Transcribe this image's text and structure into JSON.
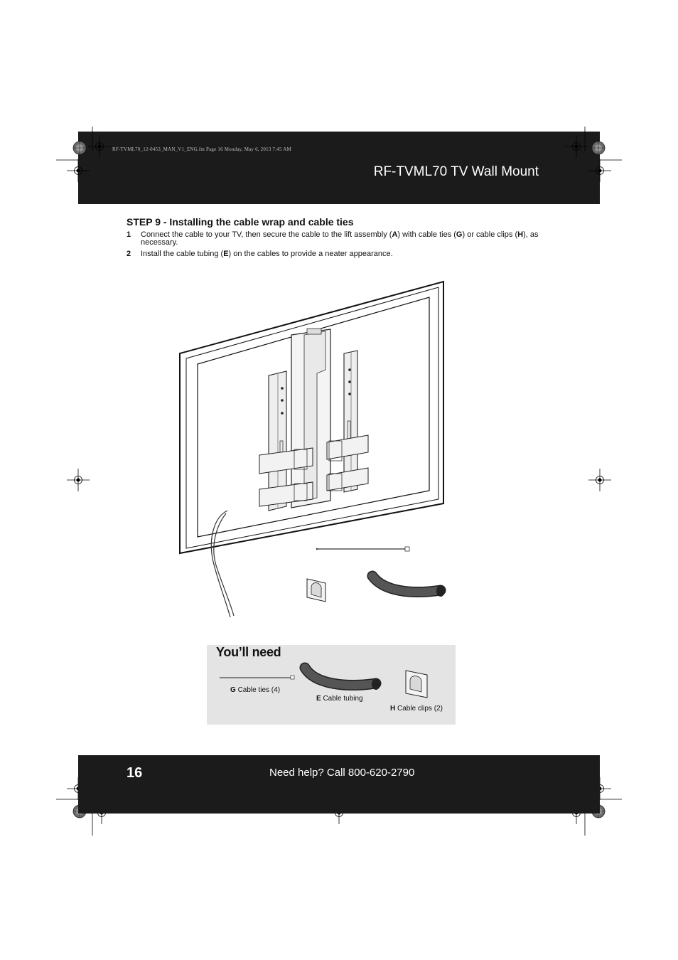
{
  "header": {
    "print_slug": "RF-TVML70_12-0453_MAN_V1_ENG.fm  Page 16  Monday, May 6, 2013  7:45 AM",
    "doc_title": "RF-TVML70  TV Wall Mount"
  },
  "step": {
    "title": "STEP 9 - Installing the cable wrap and cable ties",
    "items": [
      {
        "num": "1",
        "parts": [
          "Connect the cable to your TV, then secure the cable to the lift assembly (",
          "A",
          ") with cable ties (",
          "G",
          ") or cable clips (",
          "H",
          "), as necessary."
        ]
      },
      {
        "num": "2",
        "parts": [
          "Install the cable tubing (",
          "E",
          ") on the cables to provide a neater appearance."
        ]
      }
    ]
  },
  "you_need": {
    "title": "You’ll need",
    "items": [
      {
        "letter": "G",
        "label": "Cable ties (4)"
      },
      {
        "letter": "E",
        "label": "Cable tubing"
      },
      {
        "letter": "H",
        "label": "Cable clips (2)"
      }
    ]
  },
  "footer": {
    "page_number": "16",
    "help": "Need help? Call 800-620-2790"
  }
}
